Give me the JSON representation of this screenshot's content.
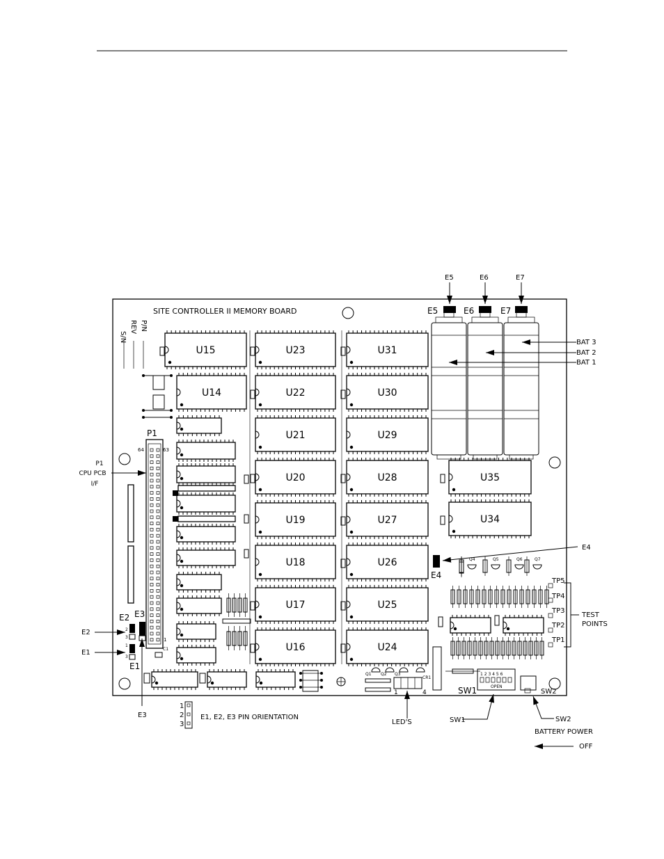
{
  "board_title": "SITE CONTROLLER II MEMORY BOARD",
  "sn_labels": [
    "S/N",
    "REV",
    "P/N"
  ],
  "chips": [
    "U15",
    "U23",
    "U31",
    "U14",
    "U22",
    "U30",
    "U21",
    "U29",
    "U20",
    "U28",
    "U35",
    "U19",
    "U27",
    "U34",
    "U18",
    "U26",
    "U17",
    "U25",
    "U16",
    "U24"
  ],
  "jumpers": {
    "e1": "E1",
    "e2": "E2",
    "e3": "E3",
    "e4": "E4",
    "e5": "E5",
    "e6": "E6",
    "e7": "E7"
  },
  "connector": {
    "name": "P1",
    "pin64": "64",
    "pin63": "63",
    "pin1": "1"
  },
  "callouts": {
    "p1": [
      "P1",
      "CPU PCB",
      "I/F"
    ],
    "bat3": "BAT 3",
    "bat2": "BAT 2",
    "bat1": "BAT 1",
    "test_points": [
      "TEST",
      "POINTS"
    ],
    "leds": "LED'S",
    "sw1": "SW1",
    "sw2": "SW2",
    "battery_power": "BATTERY POWER",
    "off": "OFF",
    "pin_orientation": "E1, E2, E3 PIN ORIENTATION",
    "pin_numbers": [
      "1",
      "2",
      "3"
    ]
  },
  "test_points": [
    "TP5",
    "TP4",
    "TP3",
    "TP2",
    "TP1"
  ],
  "transistors": [
    "Q4",
    "Q5",
    "Q6",
    "Q7"
  ],
  "led_parts": [
    "Q1",
    "Q2",
    "Q3",
    "CR1"
  ],
  "led_pins": [
    "1",
    "4"
  ],
  "switch": {
    "name": "SW1",
    "positions": "1 2 3 4 5 6",
    "open_label": "OPEN"
  },
  "sw2_board": "SW2",
  "c1": "C1",
  "jumper_pin_digits": [
    "1",
    "2",
    "3"
  ]
}
